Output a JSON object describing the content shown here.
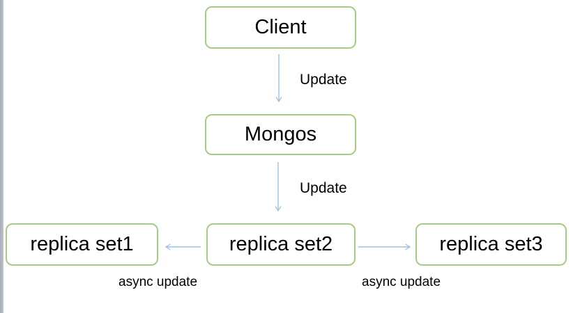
{
  "nodes": {
    "client": {
      "label": "Client"
    },
    "mongos": {
      "label": "Mongos"
    },
    "replica_set1": {
      "label": "replica set1"
    },
    "replica_set2": {
      "label": "replica set2"
    },
    "replica_set3": {
      "label": "replica set3"
    }
  },
  "edges": {
    "client_to_mongos": {
      "label": "Update"
    },
    "mongos_to_replica_set2": {
      "label": "Update"
    },
    "replica_set2_to_replica_set1": {
      "label": "async update"
    },
    "replica_set2_to_replica_set3": {
      "label": "async update"
    }
  },
  "colors": {
    "background": "#ffffff",
    "text": "#000000",
    "box_border": "#a5cc83",
    "arrow": "#9cc2e5",
    "window_edge": "#b2b6c0"
  }
}
